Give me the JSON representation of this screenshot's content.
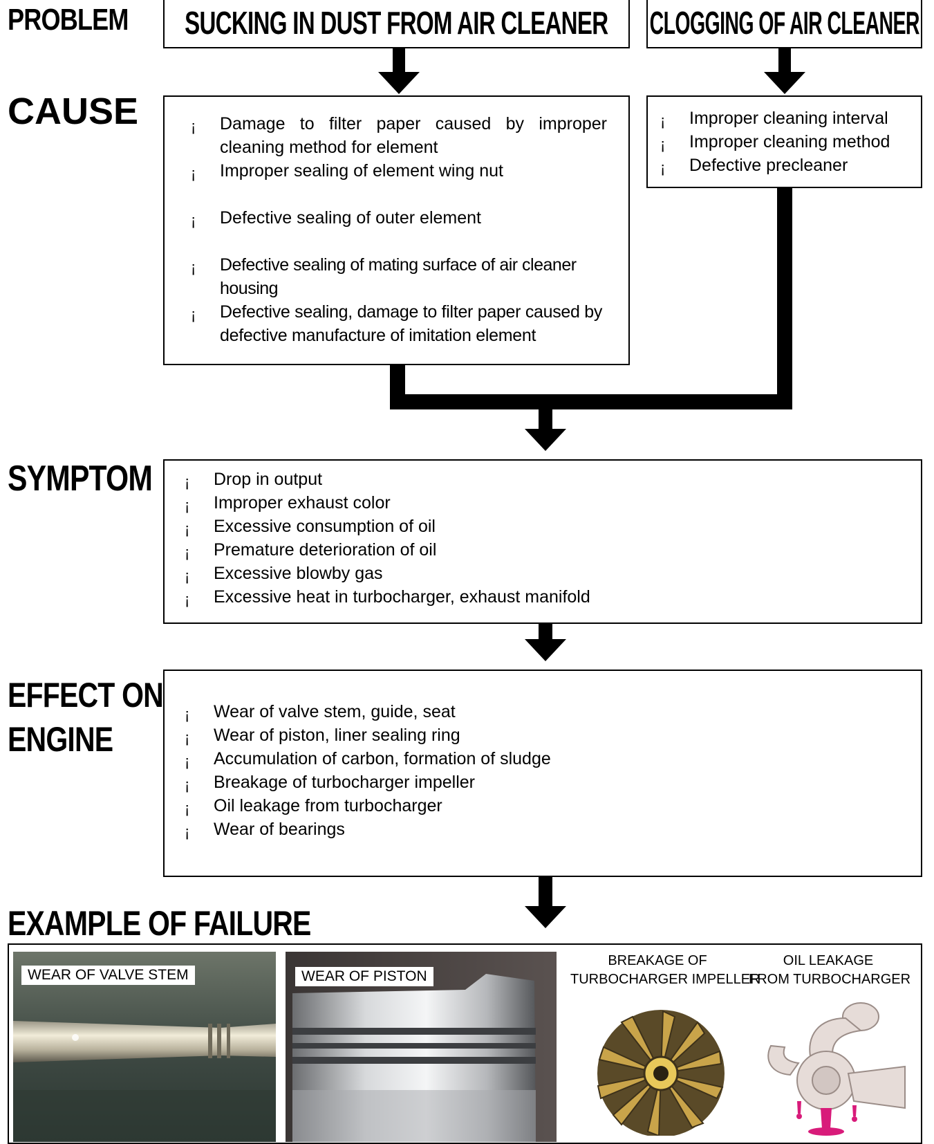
{
  "labels": {
    "problem": "PROBLEM",
    "cause": "CAUSE",
    "symptom": "SYMPTOM",
    "effect_line1": "EFFECT ON",
    "effect_line2": "ENGINE",
    "example": "EXAMPLE OF FAILURE"
  },
  "bullet_glyph": "¡",
  "problems": {
    "left": "SUCKING IN DUST FROM AIR CLEANER",
    "right": "CLOGGING OF AIR CLEANER"
  },
  "causes": {
    "left": [
      "Damage to filter paper caused by improper cleaning method for element",
      "Improper sealing of element wing nut",
      "Defective sealing of outer element",
      "Defective sealing of mating surface of air cleaner housing",
      "Defective sealing, damage to filter paper caused by defective manufacture of imitation element"
    ],
    "right": [
      "Improper cleaning interval",
      "Improper cleaning method",
      "Defective precleaner"
    ]
  },
  "symptoms": [
    "Drop in output",
    "Improper exhaust color",
    "Excessive consumption of oil",
    "Premature deterioration of oil",
    "Excessive blowby gas",
    "Excessive heat in turbocharger, exhaust manifold"
  ],
  "effects": [
    "Wear of valve stem, guide, seat",
    "Wear of piston, liner sealing ring",
    "Accumulation of carbon, formation of sludge",
    "Breakage of turbocharger impeller",
    "Oil leakage from turbocharger",
    "Wear of bearings"
  ],
  "examples": {
    "valve_stem": "WEAR OF VALVE STEM",
    "piston": "WEAR OF PISTON",
    "impeller_line1": "BREAKAGE OF",
    "impeller_line2": "TURBOCHARGER IMPELLER",
    "oil_line1": "OIL LEAKAGE",
    "oil_line2": "FROM TURBOCHARGER"
  },
  "colors": {
    "line": "#000000",
    "oil_leak": "#d81b7a",
    "impeller": "#b8902f"
  }
}
